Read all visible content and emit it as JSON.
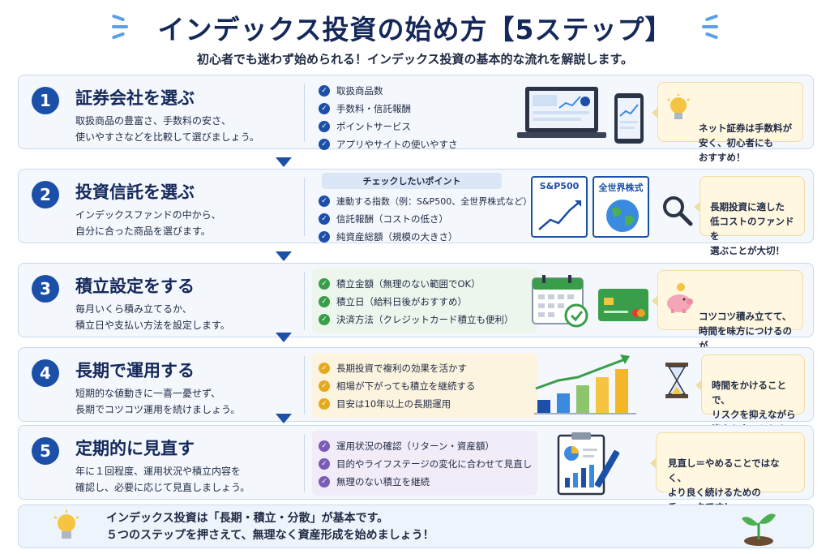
{
  "title": "インデックス投資の始め方【5ステップ】",
  "subtitle": "初心者でも迷わず始められる！インデックス投資の基本的な流れを解説します。",
  "steps": [
    {
      "number": "1",
      "title": "証券会社を選ぶ",
      "description": "取扱商品の豊富さ、手数料の安さ、\n使いやすさなどを比較して選びましょう。",
      "checks": [
        "取扱商品数",
        "手数料・信託報酬",
        "ポイントサービス",
        "アプリやサイトの使いやすさ"
      ],
      "check_color": "#1b4fa8",
      "callout": "ネット証券は手数料が\n安く、初心者にも\nおすすめ！",
      "icons": [
        "laptop-icon",
        "smartphone-icon",
        "lightbulb-icon"
      ]
    },
    {
      "number": "2",
      "title": "投資信託を選ぶ",
      "description": "インデックスファンドの中から、\n自分に合った商品を選びます。",
      "checks_header": "チェックしたいポイント",
      "checks": [
        "連動する指数（例：S&P500、全世界株式など）",
        "信託報酬（コストの低さ）",
        "純資産総額（規模の大きさ）"
      ],
      "check_color": "#1b4fa8",
      "badges": [
        "S&P500",
        "全世界株式"
      ],
      "callout": "長期投資に適した\n低コストのファンドを\n選ぶことが大切！",
      "icons": [
        "line-chart-icon",
        "globe-icon",
        "magnifier-icon"
      ]
    },
    {
      "number": "3",
      "title": "積立設定をする",
      "description": "毎月いくら積み立てるか、\n積立日や支払い方法を設定します。",
      "checks": [
        "積立金額（無理のない範囲でOK）",
        "積立日（給料日後がおすすめ）",
        "決済方法（クレジットカード積立も便利）"
      ],
      "check_color": "#3a9d4a",
      "callout": "コツコツ積み立てて、\n時間を味方につけるのが\nポイント！",
      "icons": [
        "calendar-icon",
        "credit-card-icon",
        "piggy-bank-icon"
      ]
    },
    {
      "number": "4",
      "title": "長期で運用する",
      "description": "短期的な値動きに一喜一憂せず、\n長期でコツコツ運用を続けましょう。",
      "checks": [
        "長期投資で複利の効果を活かす",
        "相場が下がっても積立を継続する",
        "目安は10年以上の長期運用"
      ],
      "check_color": "#e6a91e",
      "callout": "時間をかけることで、\nリスクを抑えながら\n資産を育てられます。",
      "icons": [
        "growth-bar-chart-icon",
        "hourglass-icon"
      ]
    },
    {
      "number": "5",
      "title": "定期的に見直す",
      "description": "年に１回程度、運用状況や積立内容を\n確認し、必要に応じて見直しましょう。",
      "checks": [
        "運用状況の確認（リターン・資産額）",
        "目的やライフステージの変化に合わせて見直し",
        "無理のない積立を継続"
      ],
      "check_color": "#7a5bb5",
      "callout": "見直し＝やめることではなく、\nより良く続けるための\nチェックです！",
      "icons": [
        "clipboard-report-icon",
        "pen-icon"
      ]
    }
  ],
  "footer": {
    "text": "インデックス投資は「長期・積立・分散」が基本です。\n５つのステップを押さえて、無理なく資産形成を始めましょう！",
    "icons": [
      "lightbulb-icon",
      "sprout-icon"
    ]
  },
  "colors": {
    "primary": "#1b4fa8",
    "title": "#14285a",
    "green": "#3a9d4a",
    "yellow": "#e6a91e",
    "purple": "#7a5bb5",
    "callout_bg": "#fff7df"
  }
}
